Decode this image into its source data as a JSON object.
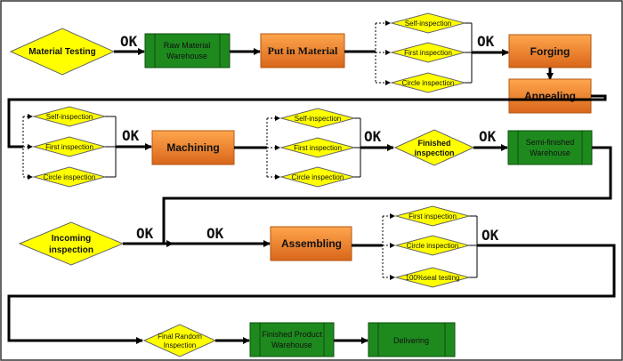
{
  "colors": {
    "diamond_fill": "#ffff00",
    "green_box": "#1e8a1e",
    "orange_top": "#ff9a3c",
    "orange_bottom": "#d96a14",
    "line": "#000000"
  },
  "nodes": {
    "material_testing": "Material Testing",
    "raw_material_1": "Raw Material",
    "raw_material_2": "Warehouse",
    "put_in_material": "Put  in Material",
    "forging": "Forging",
    "annealing": "Annealing",
    "machining": "Machining",
    "finished_inspection_1": "Finished",
    "finished_inspection_2": "inspection",
    "semi_finished_1": "Semi-finished",
    "semi_finished_2": "Warehouse",
    "incoming_inspection_1": "Incoming",
    "incoming_inspection_2": "inspection",
    "assembling": "Assembling",
    "final_random_1": "Final Random",
    "final_random_2": "Inspection",
    "finished_product_1": "Finished Product",
    "finished_product_2": "Warehouse",
    "delivering": "Delivering"
  },
  "group1": [
    "Self-inspection",
    "First inspection",
    "Circle inspection"
  ],
  "group2": [
    "Self-inspection",
    "First inspection",
    "Circle inspection"
  ],
  "group3": [
    "Self-inspection",
    "First inspection",
    "Circle inspection"
  ],
  "group4": [
    "First inspection",
    "Circle inspection",
    "100%seal  testing"
  ],
  "ok_label": "OK"
}
